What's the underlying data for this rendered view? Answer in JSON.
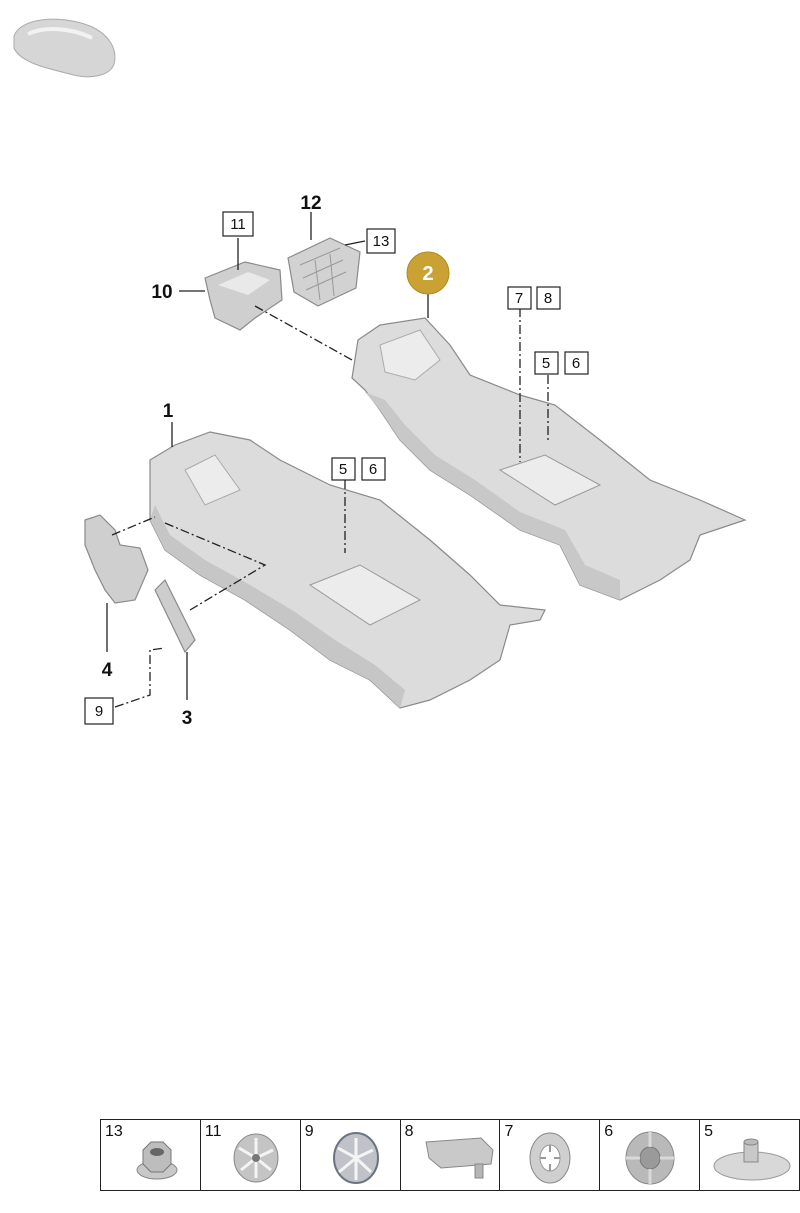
{
  "colors": {
    "callout_fill": "#c9a233",
    "part_fill": "#d9d9d9"
  },
  "labels": {
    "l1": "1",
    "l2": "2",
    "l3": "3",
    "l4": "4",
    "l10": "10",
    "l12": "12"
  },
  "boxed_refs": {
    "b11": "11",
    "b13": "13",
    "b9": "9",
    "b7": "7",
    "b8": "8",
    "b5a": "5",
    "b6a": "6",
    "b5b": "5",
    "b6b": "6"
  },
  "legend": [
    {
      "number": "13",
      "icon": "flange-nut-icon"
    },
    {
      "number": "11",
      "icon": "push-nut-icon"
    },
    {
      "number": "9",
      "icon": "star-washer-icon"
    },
    {
      "number": "8",
      "icon": "vin-plate-clip-icon"
    },
    {
      "number": "7",
      "icon": "speed-nut-icon"
    },
    {
      "number": "6",
      "icon": "retaining-disc-icon"
    },
    {
      "number": "5",
      "icon": "stud-washer-icon"
    }
  ]
}
